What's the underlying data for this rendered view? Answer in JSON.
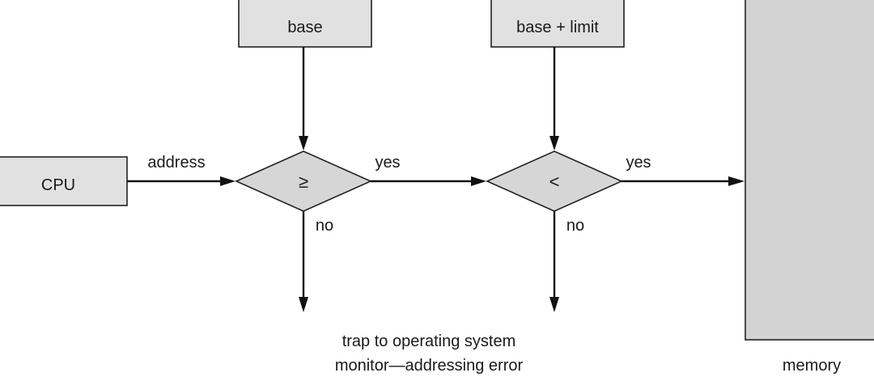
{
  "nodes": {
    "base": "base",
    "base_limit": "base + limit",
    "cpu": "CPU",
    "memory": "memory",
    "compare_ge": "≥",
    "compare_lt": "<"
  },
  "edges": {
    "address": "address",
    "yes_1": "yes",
    "yes_2": "yes",
    "no_1": "no",
    "no_2": "no"
  },
  "trap": {
    "line1": "trap to operating system",
    "line2": "monitor—addressing error"
  }
}
